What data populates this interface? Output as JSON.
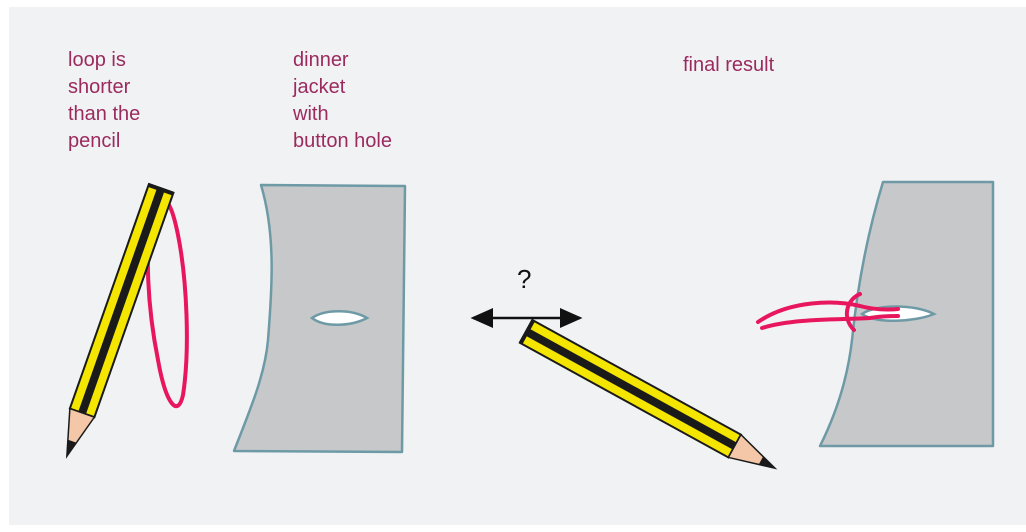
{
  "labels": {
    "loop_note": "loop is\nshorter\nthan the\npencil",
    "jacket_note": "dinner\njacket\nwith\nbutton hole",
    "final_note": "final result",
    "question": "?"
  },
  "colors": {
    "background": "#f1f2f4",
    "label_text": "#9b2a5e",
    "fabric_fill": "#c6c8ca",
    "fabric_stroke": "#6e9aa6",
    "loop": "#e8175d",
    "pencil_yellow": "#f4e600",
    "pencil_black": "#1a1a1a",
    "pencil_wood": "#f3c7a8"
  }
}
